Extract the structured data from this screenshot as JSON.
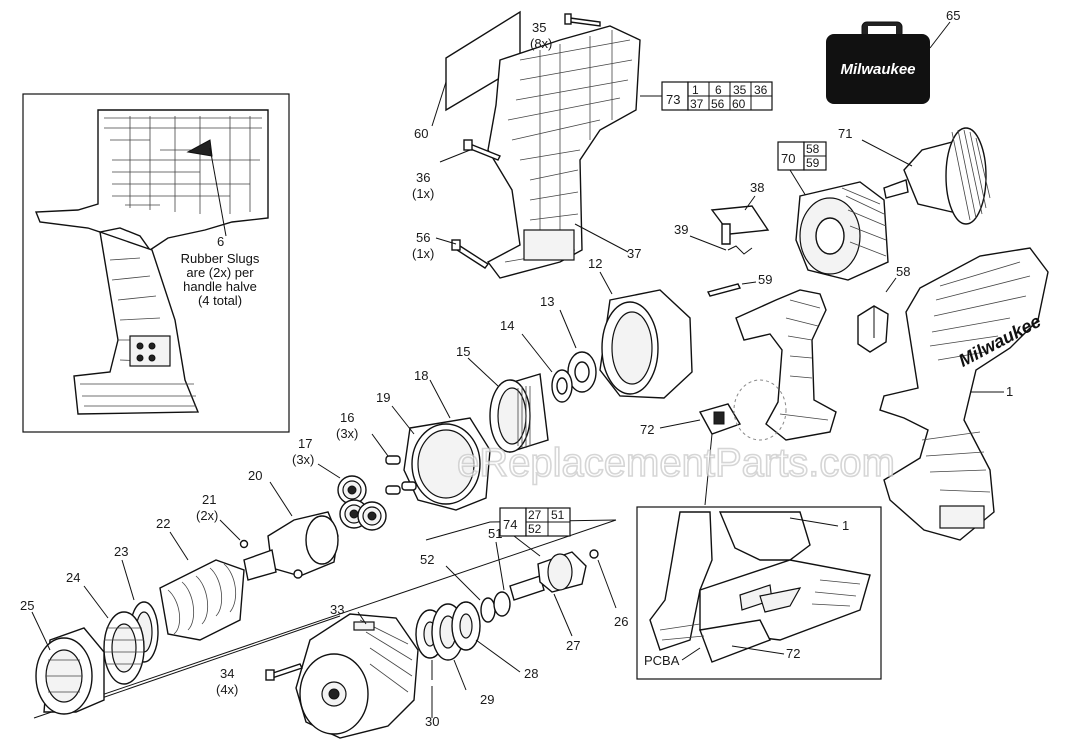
{
  "inset_top": {
    "callout": "6",
    "note_lines": [
      "Rubber Slugs",
      "are (2x) per",
      "handle halve",
      "(4 total)"
    ]
  },
  "inset_bottom": {
    "callout_1": "1",
    "callout_72": "72",
    "pcba_label": "PCBA"
  },
  "brand": {
    "case_logo": "Milwaukee",
    "case_callout": "65"
  },
  "kit_boxes": {
    "k73": {
      "id": "73",
      "cells": [
        "1",
        "6",
        "35",
        "36",
        "37",
        "56",
        "60",
        ""
      ]
    },
    "k70": {
      "id": "70",
      "cells": [
        "58",
        "59"
      ]
    },
    "k74": {
      "id": "74",
      "cells": [
        "27",
        "51",
        "52",
        ""
      ]
    }
  },
  "callouts": {
    "c35": "35",
    "c35q": "(8x)",
    "c60": "60",
    "c36": "36",
    "c36q": "(1x)",
    "c56": "56",
    "c56q": "(1x)",
    "c37": "37",
    "c12": "12",
    "c13": "13",
    "c14": "14",
    "c15": "15",
    "c18": "18",
    "c19": "19",
    "c16": "16",
    "c16q": "(3x)",
    "c17": "17",
    "c17q": "(3x)",
    "c20": "20",
    "c21": "21",
    "c21q": "(2x)",
    "c22": "22",
    "c23": "23",
    "c24": "24",
    "c25": "25",
    "c33": "33",
    "c34": "34",
    "c34q": "(4x)",
    "c30": "30",
    "c29": "29",
    "c28": "28",
    "c52": "52",
    "c51": "51",
    "c27": "27",
    "c26": "26",
    "c38": "38",
    "c39": "39",
    "c59": "59",
    "c71": "71",
    "c58": "58",
    "c1": "1",
    "c72": "72"
  },
  "watermark": "eReplacementParts.com"
}
